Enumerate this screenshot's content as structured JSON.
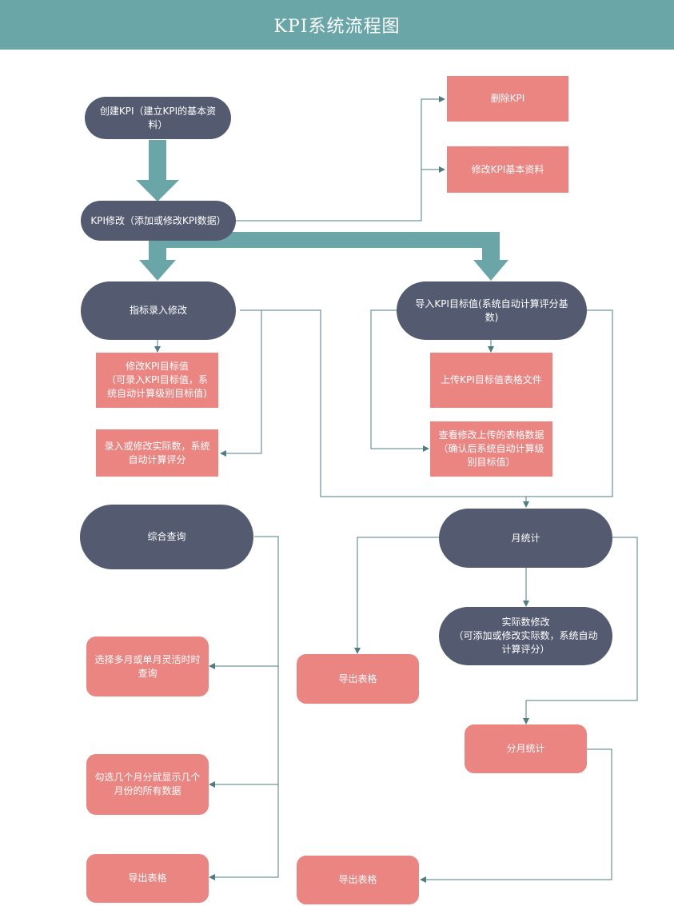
{
  "title": "KPI系统流程图",
  "nodes": {
    "create_kpi": "创建KPI（建立KPI的基本资\n料）",
    "delete_kpi": "删除KPI",
    "modify_basic": "修改KPI基本资料",
    "kpi_modify": "KPI修改（添加或修改KPI数据）",
    "indicator_entry": "指标录入修改",
    "import_target": "导入KPI目标值(系统自动计算评分基\n数)",
    "modify_target": "修改KPI目标值\n（可录入KPI目标值，系\n统自动计算级别目标值)",
    "upload_file": "上传KPI目标值表格文件",
    "entry_actual": "录入或修改实际数，系统\n自动计算评分",
    "view_uploaded": "查看修改上传的表格数据\n（确认后系统自动计算级\n别目标值）",
    "comprehensive_query": "综合查询",
    "monthly_stats": "月统计",
    "actual_modify": "实际数修改\n（可添加或修改实际数，系统自动\n计算评分）",
    "select_months": "选择多月或单月灵活时时\n查询",
    "export_mid": "导出表格",
    "check_months": "勾选几个月分就显示几个\n月份的所有数据",
    "split_month_stats": "分月统计",
    "export_left": "导出表格",
    "export_right": "导出表格"
  },
  "colors": {
    "header": "#6aa6a8",
    "dark_node": "#545b70",
    "pink_node": "#ea8581",
    "connector": "#4f7e82",
    "thick_arrow": "#6aa6a8"
  }
}
